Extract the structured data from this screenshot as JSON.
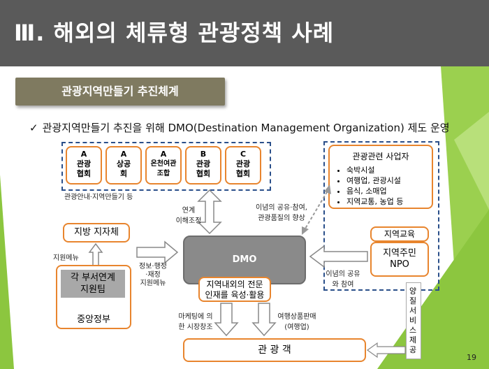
{
  "slide": {
    "title": "Ⅲ. 해외의 체류형 관광정책 사례",
    "subtitle": "관광지역만들기 추진체계",
    "bullet": "관광지역만들기 추진을 위해 DMO(Destination Management Organization) 제도 운영",
    "bullet_mark": "✓",
    "page_number": "19",
    "colors": {
      "title_bg": "#5a5a5a",
      "accent_green": "#8cc63f",
      "orange": "#e8852e",
      "navy": "#2a4f8a"
    }
  },
  "diagram": {
    "associations": [
      {
        "grade": "A",
        "name": "관광\n협회"
      },
      {
        "grade": "A",
        "name": "상공\n회"
      },
      {
        "grade": "A",
        "name": "온천여관\n조합"
      },
      {
        "grade": "B",
        "name": "관광\n협회"
      },
      {
        "grade": "C",
        "name": "관광\n협회"
      }
    ],
    "assoc_caption": "관광안내·지역만들기 등",
    "link_label": "연계\n이해조정",
    "businesses": {
      "title": "관광관련 사업자",
      "items": [
        "숙박시설",
        "여행업, 관광시설",
        "음식, 소매업",
        "지역교통, 농업 등"
      ]
    },
    "share_label_top": "이념의 공유·참여,\n관광품질의 향상",
    "local_gov": "지방 지자체",
    "support_menu": "지원메뉴",
    "central_gov": {
      "inner": "각 부서연계\n지원팀",
      "outer": "중앙정부"
    },
    "info_label": "정보·행정\n·재정\n지원메뉴",
    "dmo": "DMO",
    "experts": "지역내외의 전문\n인재를 육성·활용",
    "education": "지역교육",
    "residents": "지역주민\nNPO",
    "share_label_bottom": "이념의 공유\n와 참여",
    "marketing": "마케팅에 의\n한 시장창조",
    "travel_sales": "여행상품판매\n(여행업)",
    "hospitality": "양질서비스제공",
    "tourists": "관 광 객"
  }
}
